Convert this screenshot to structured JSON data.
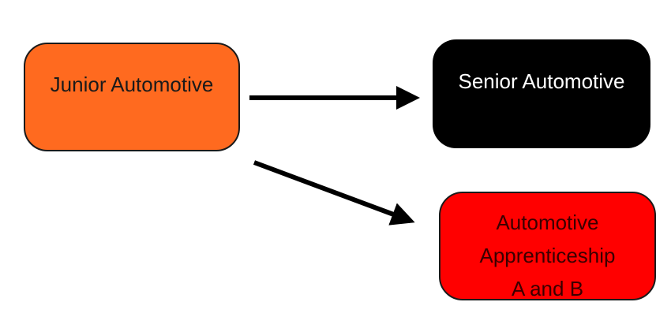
{
  "nodes": {
    "junior": {
      "label": "Junior Automotive"
    },
    "senior": {
      "label": "Senior Automotive"
    },
    "apprentice": {
      "lines": [
        "Automotive",
        "Apprenticeship",
        "A and B"
      ]
    }
  },
  "colors": {
    "junior": "#ff6a1f",
    "senior": "#000000",
    "apprentice": "#ff0000",
    "arrow": "#000000"
  },
  "edges": [
    {
      "from": "junior",
      "to": "senior"
    },
    {
      "from": "junior",
      "to": "apprentice"
    }
  ]
}
